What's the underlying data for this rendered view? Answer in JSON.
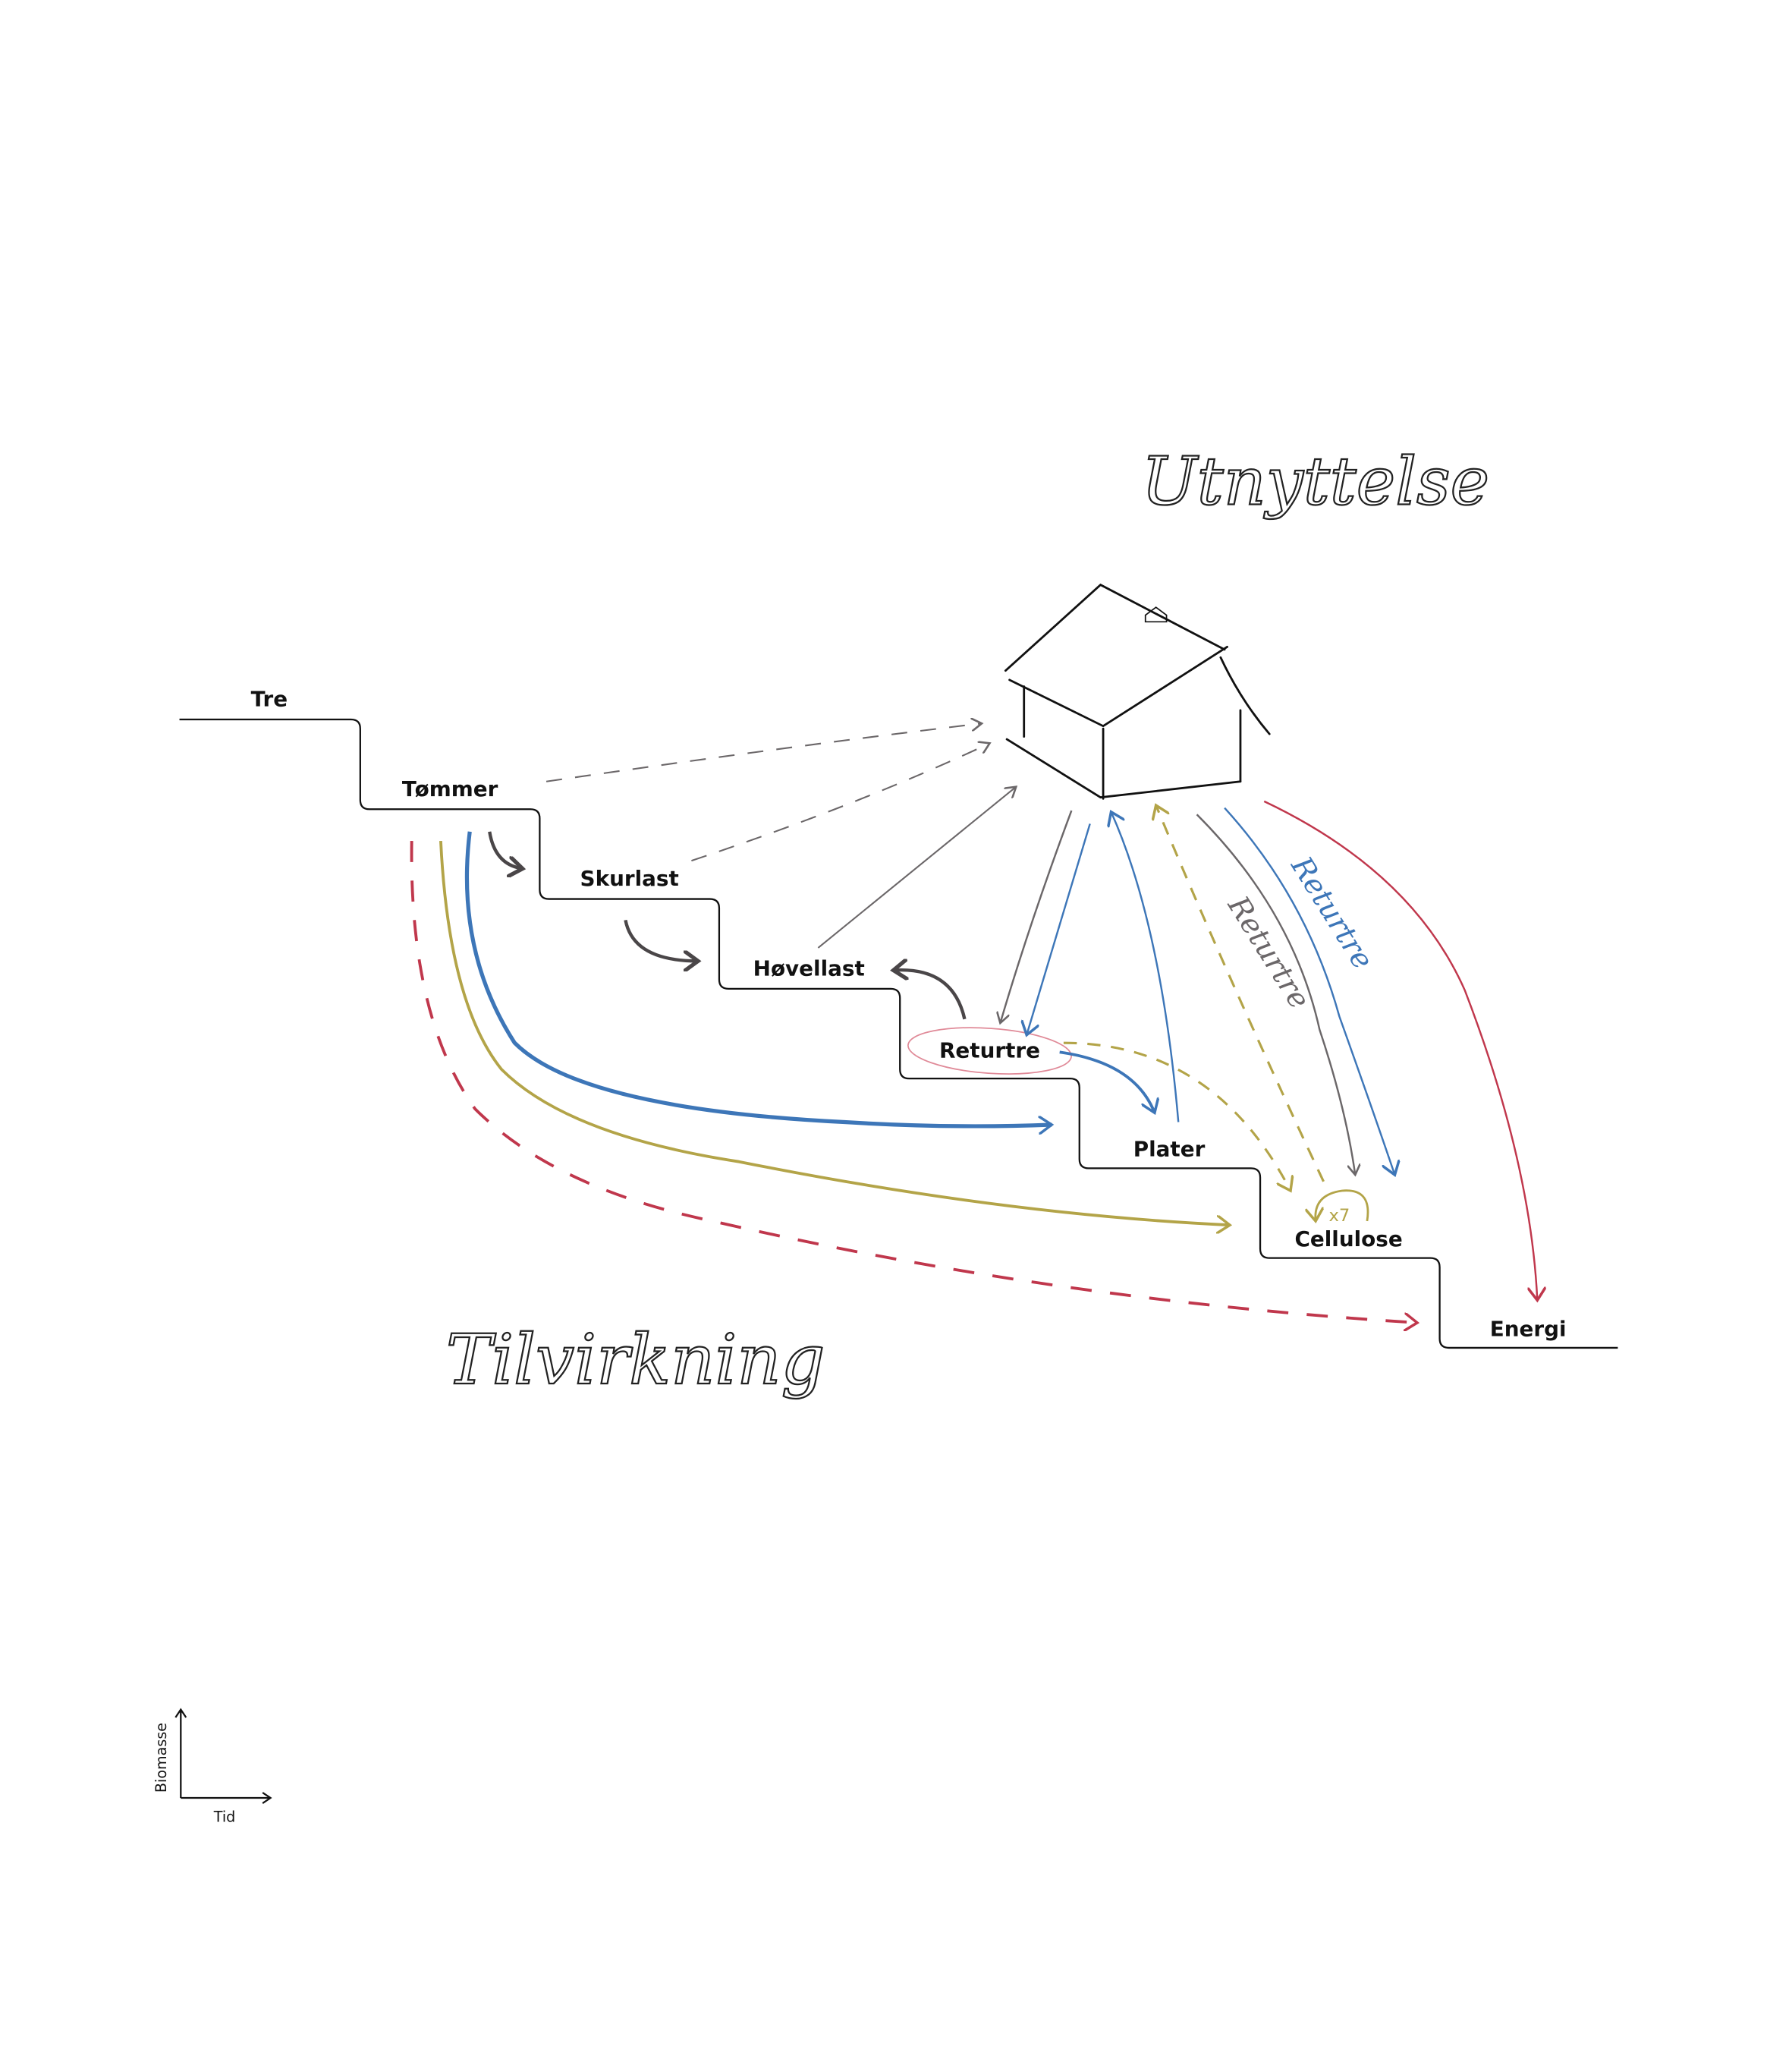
{
  "headings": {
    "usage": "Utnyttelse",
    "manufacturing": "Tilvirkning"
  },
  "steps": [
    "Tre",
    "Tømmer",
    "Skurlast",
    "Høvellast",
    "Returtre",
    "Plater",
    "Cellulose",
    "Energi"
  ],
  "annotations": {
    "return_wood_gray": "Returtre",
    "return_wood_blue": "Returtre",
    "recycle_count": "x7"
  },
  "axes": {
    "y_label": "Biomasse",
    "x_label": "Tid"
  },
  "colors": {
    "ink": "#111111",
    "gray": "#6b6769",
    "dark": "#4a4648",
    "blue": "#3d76b8",
    "olive": "#b3a448",
    "red": "#c0374c",
    "pink": "#e08a98"
  }
}
